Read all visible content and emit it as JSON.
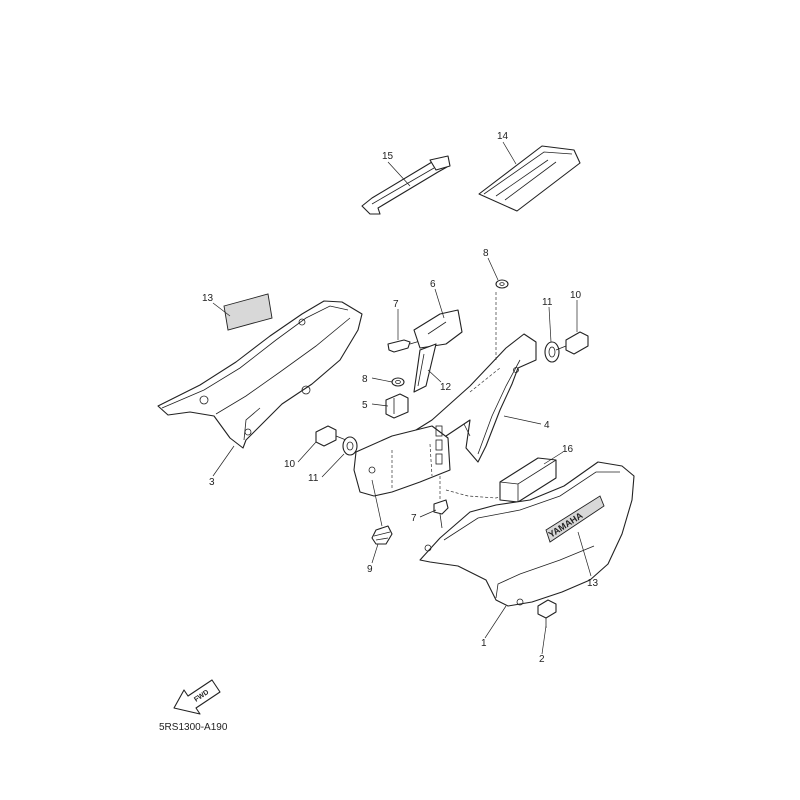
{
  "diagram": {
    "code": "5RS1300-A190",
    "fwd_label": "FWD",
    "logo_text": "YAMAHA",
    "callouts": {
      "c1": "1",
      "c2": "2",
      "c3": "3",
      "c4": "4",
      "c5": "5",
      "c6": "6",
      "c7a": "7",
      "c7b": "7",
      "c8a": "8",
      "c8b": "8",
      "c9": "9",
      "c10a": "10",
      "c10b": "10",
      "c11a": "11",
      "c11b": "11",
      "c12": "12",
      "c13a": "13",
      "c13b": "13",
      "c14": "14",
      "c15": "15",
      "c16": "16"
    }
  }
}
